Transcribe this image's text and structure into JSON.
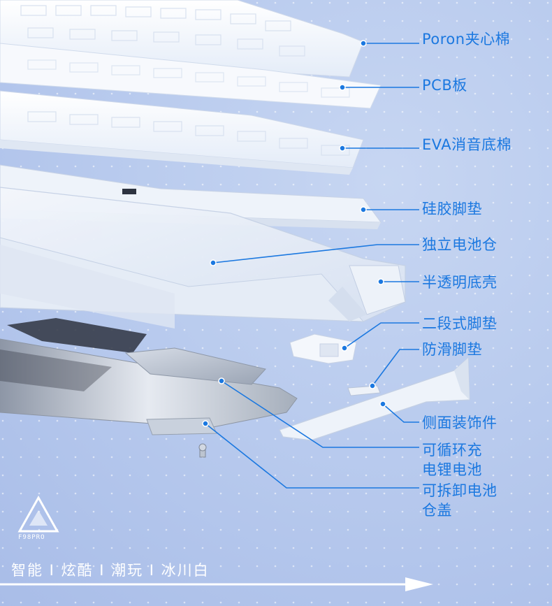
{
  "labels": {
    "poron_foam": "Poron夹心棉",
    "pcb": "PCB板",
    "eva_foam": "EVA消音底棉",
    "silicone_feet": "硅胶脚垫",
    "battery_bay": "独立电池仓",
    "translucent_case": "半透明底壳",
    "two_stage_feet": "二段式脚垫",
    "anti_slip_feet": "防滑脚垫",
    "side_trim": "侧面装饰件",
    "rechargeable_battery": "可循环充\n电锂电池",
    "battery_cover": "可拆卸电池\n仓盖"
  },
  "brand": {
    "logo_text": "F98PRO",
    "tagline": "智能 I 炫酷 I 潮玩 I 冰川白"
  },
  "colors": {
    "accent": "#1b78e0",
    "background": "#b9cbee",
    "tagline": "#ffffff"
  }
}
